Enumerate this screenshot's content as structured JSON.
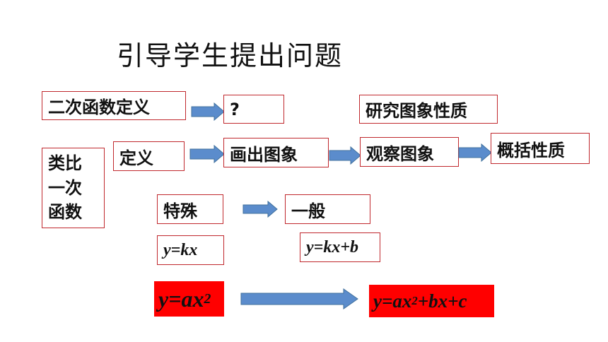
{
  "title": "引导学生提出问题",
  "boxes": {
    "quadratic_definition": "二次函数定义",
    "question": "?",
    "study_properties": "研究图象性质",
    "analogy_line1": "类比",
    "analogy_line2": "一次",
    "analogy_line3": "函数",
    "definition": "定义",
    "draw_graph": "画出图象",
    "observe_graph": "观察图象",
    "summarize_properties": "概括性质",
    "special": "特殊",
    "general": "一般",
    "formula_kx": "y=kx",
    "formula_kx_b": "y=kx+b"
  },
  "red_boxes": {
    "ax2_base": "y=ax",
    "ax2_exp": "2",
    "full_base": "y=ax",
    "full_exp": "2",
    "full_rest": "+bx+c"
  },
  "colors": {
    "box_border": "#c0282d",
    "arrow_fill": "#5b8ccc",
    "highlight": "#ff0000"
  }
}
